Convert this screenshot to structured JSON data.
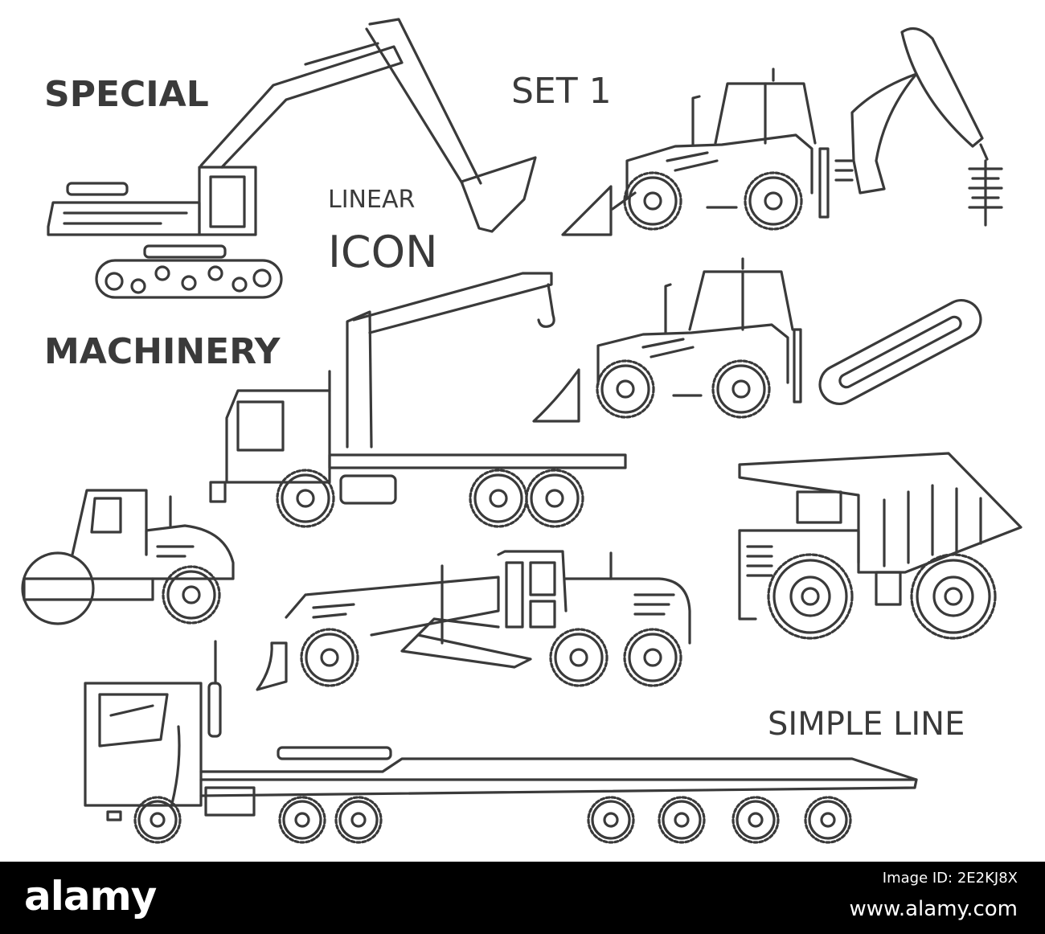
{
  "illustration": {
    "labels": {
      "special": "SPECIAL",
      "set": "SET 1",
      "linear": "LINEAR",
      "icon": "ICON",
      "machinery": "MACHINERY",
      "simple_line": "SIMPLE LINE"
    },
    "line_color": "#3a3a3a",
    "background": "#ffffff"
  },
  "footer": {
    "logo": "alamy",
    "image_code": "Image ID: 2E2KJ8X",
    "site": "www.alamy.com",
    "background": "#000000",
    "text_color": "#ffffff"
  }
}
